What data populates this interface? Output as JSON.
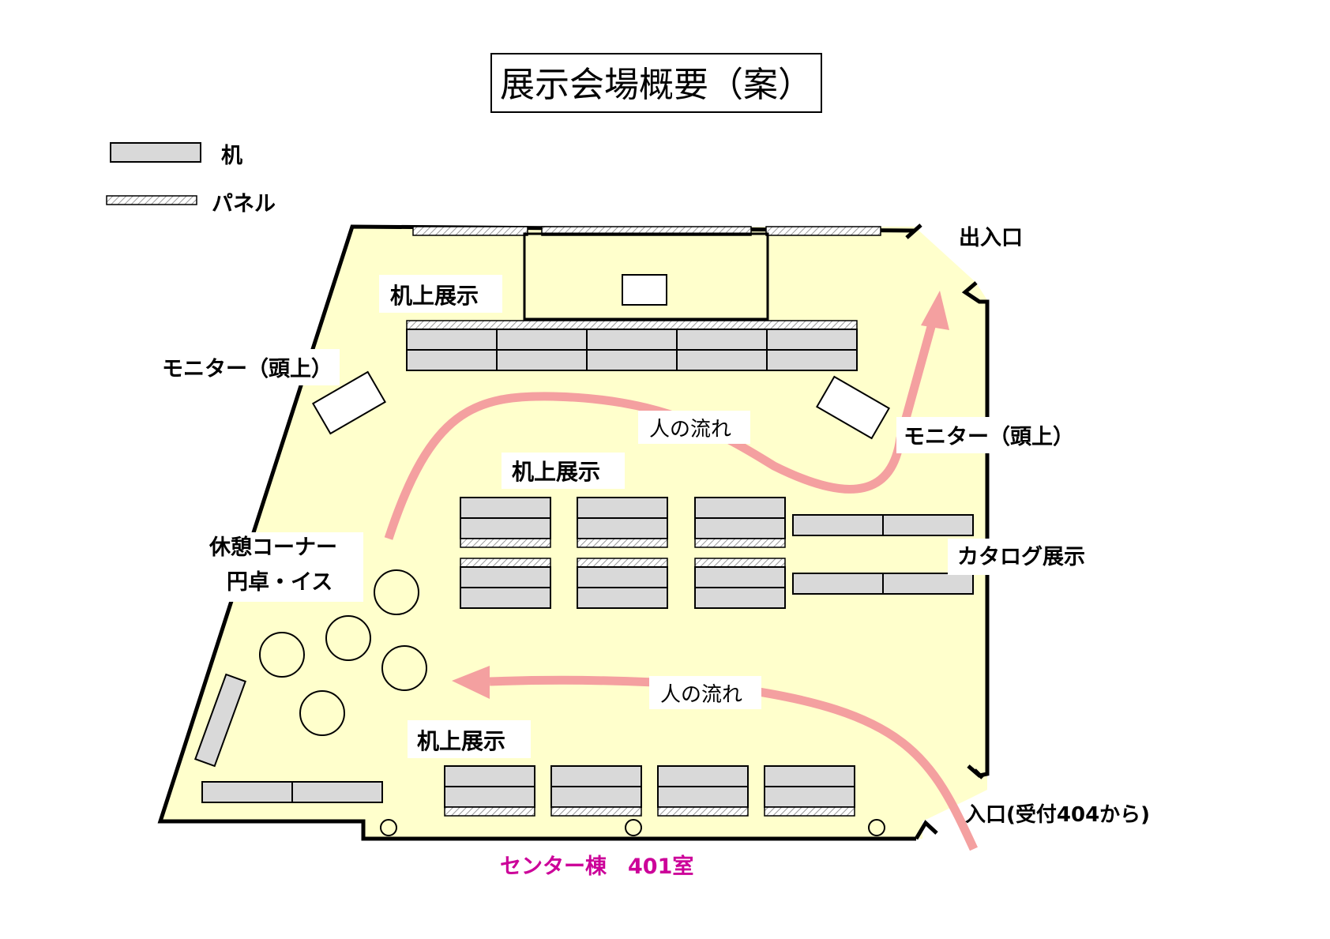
{
  "title": "展示会場概要（案）",
  "legend": {
    "desk": "机",
    "panel": "パネル"
  },
  "labels": {
    "exit": "出入口",
    "desk_display_top": "机上展示",
    "desk_display_middle": "机上展示",
    "desk_display_bottom": "机上展示",
    "monitor_left": "モニター（頭上）",
    "monitor_right": "モニター（頭上）",
    "flow_upper": "人の流れ",
    "flow_lower": "人の流れ",
    "rest_corner_line1": "休憩コーナー",
    "rest_corner_line2": "円卓・イス",
    "catalog": "カタログ展示",
    "entrance": "入口(受付404から)",
    "room": "センター棟　401室"
  },
  "colors": {
    "floor": "#ffffcc",
    "flow_arrow": "#f4a0a0",
    "room_label": "#cc0099"
  }
}
